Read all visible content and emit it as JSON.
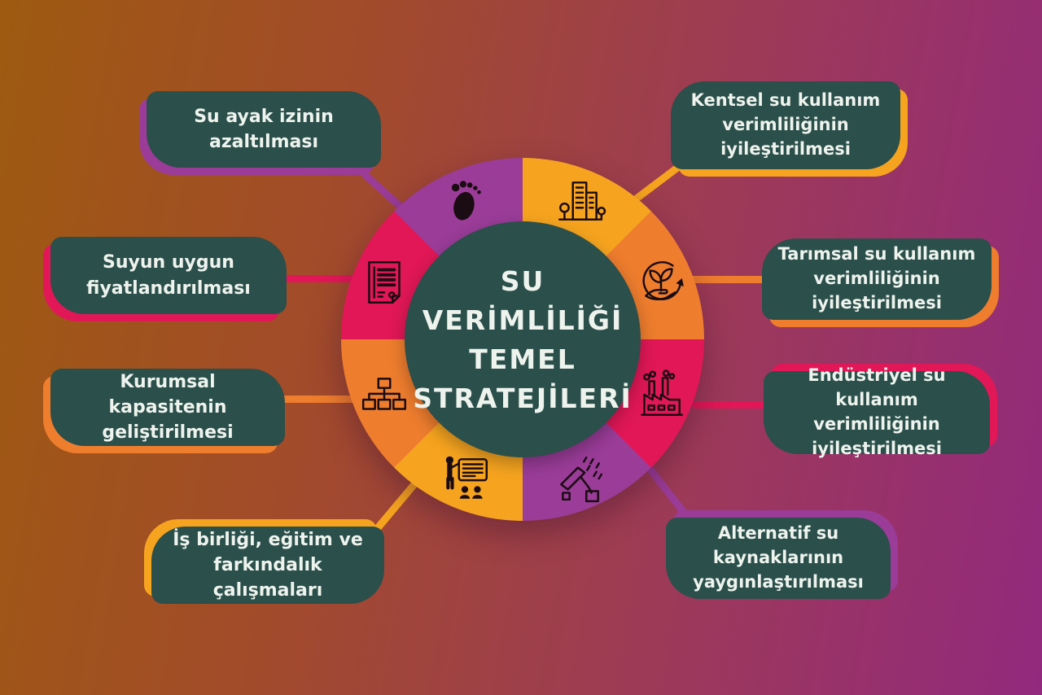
{
  "center": {
    "line1": "SU",
    "line2": "VERİMLİLİĞİ",
    "line3": "TEMEL",
    "line4": "STRATEJİLERİ"
  },
  "strategies": [
    {
      "label": "Su ayak izinin azaltılması",
      "icon": "footprint-icon",
      "accent": "#9a3c98",
      "position": "top-left"
    },
    {
      "label": "Kentsel su kullanım verimliliğinin iyileştirilmesi",
      "icon": "city-buildings-icon",
      "accent": "#f6a41f",
      "position": "top-right"
    },
    {
      "label": "Tarımsal su kullanım verimliliğinin iyileştirilmesi",
      "icon": "plant-in-hand-icon",
      "accent": "#ee7d2e",
      "position": "right-upper"
    },
    {
      "label": "Endüstriyel su kullanım verimliliğinin iyileştirilmesi",
      "icon": "factory-icon",
      "accent": "#e11757",
      "position": "right-lower"
    },
    {
      "label": "Alternatif su kaynaklarının yaygınlaştırılması",
      "icon": "rainwater-harvest-icon",
      "accent": "#9a3c98",
      "position": "bottom-right"
    },
    {
      "label": "İş birliği, eğitim ve farkındalık çalışmaları",
      "icon": "presentation-icon",
      "accent": "#f6a41f",
      "position": "bottom-left"
    },
    {
      "label": "Kurumsal kapasitenin geliştirilmesi",
      "icon": "org-chart-icon",
      "accent": "#ee7d2e",
      "position": "left-lower"
    },
    {
      "label": "Suyun uygun fiyatlandırılması",
      "icon": "document-icon",
      "accent": "#e11757",
      "position": "left-upper"
    }
  ],
  "colors": {
    "teal": "#2b4f4a",
    "ivory": "#eef3ee",
    "purple": "#9a3c98",
    "crimson": "#e11757",
    "orange": "#ee7d2e",
    "amber": "#f6a41f",
    "bg1": "#9e5a10",
    "bg2": "#a24b2b",
    "bg3": "#9d3a58",
    "bg4": "#93297d"
  }
}
